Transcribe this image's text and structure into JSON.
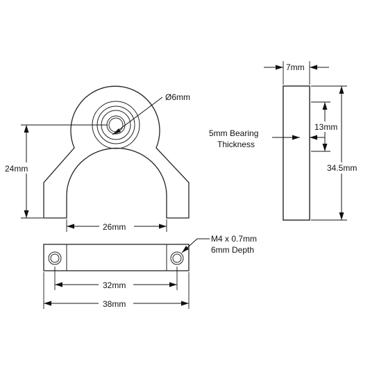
{
  "labels": {
    "bore_diameter": "Ø6mm",
    "height_front": "24mm",
    "inner_width": "26mm",
    "thickness": "7mm",
    "bearing_note_line1": "5mm Bearing",
    "bearing_note_line2": "Thickness",
    "bearing_od": "13mm",
    "overall_height": "34.5mm",
    "thread_line1": "M4 x 0.7mm",
    "thread_line2": "6mm Depth",
    "hole_spacing": "32mm",
    "overall_width": "38mm"
  },
  "colors": {
    "line": "#222222",
    "background": "#ffffff"
  }
}
